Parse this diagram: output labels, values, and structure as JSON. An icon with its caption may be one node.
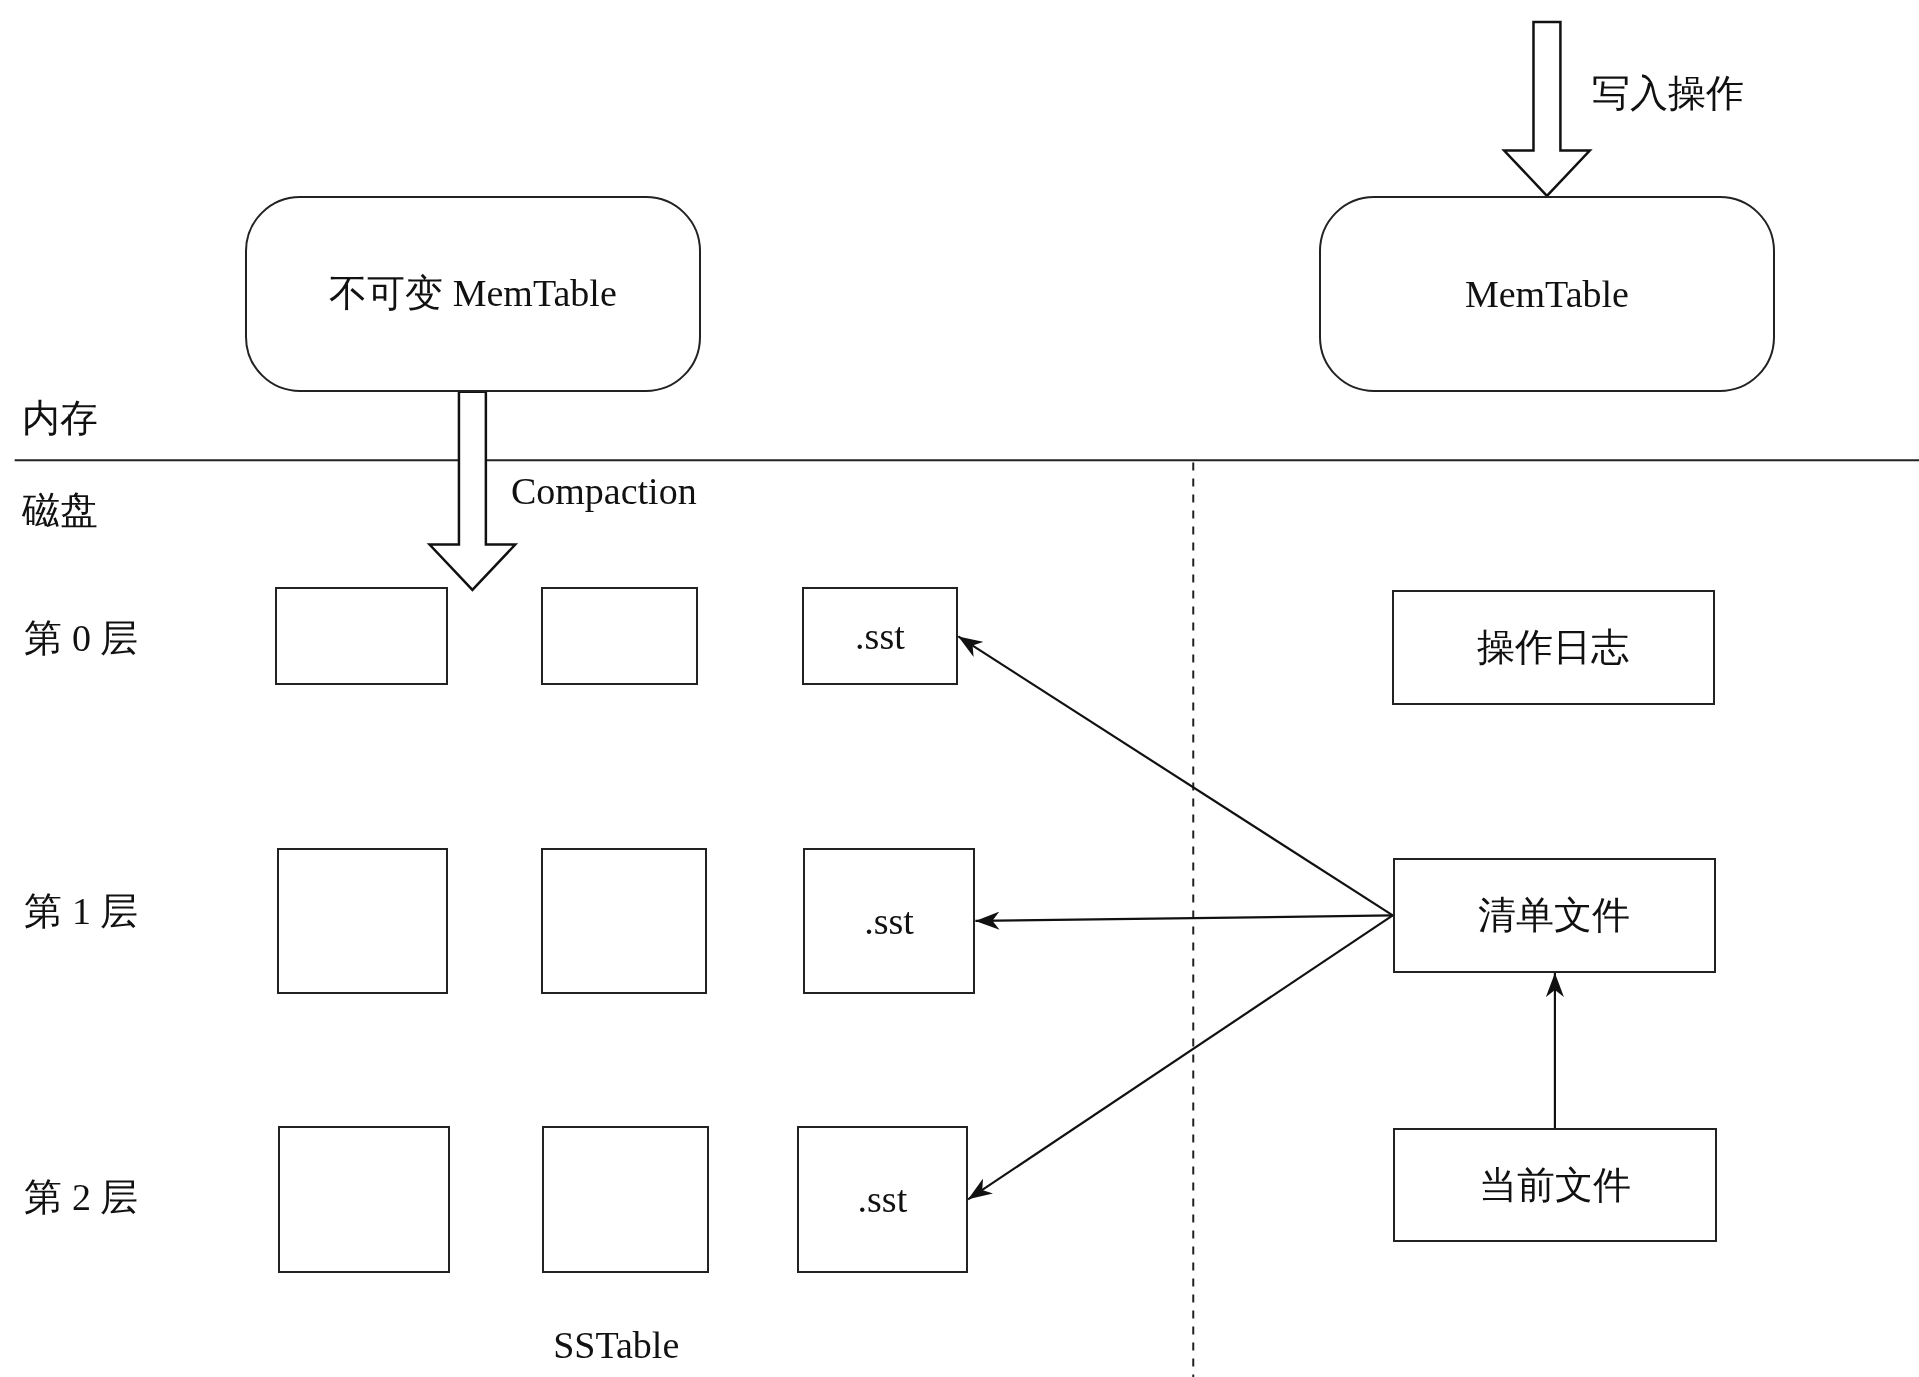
{
  "diagram": {
    "nodes": [
      {
        "text": [
          "不可变 MemTable"
        ]
      },
      {
        "text": [
          "MemTable"
        ]
      },
      {
        "text": [],
        "shape": "box"
      },
      {
        "text": [],
        "shape": "box"
      },
      {
        "text": [
          ".sst"
        ]
      },
      {
        "text": [
          "操作日志"
        ]
      },
      {
        "text": [],
        "shape": "box"
      },
      {
        "text": [],
        "shape": "box"
      },
      {
        "text": [
          ".sst"
        ]
      },
      {
        "text": [
          "清单文件"
        ]
      },
      {
        "text": [],
        "shape": "box"
      },
      {
        "text": [],
        "shape": "box"
      },
      {
        "text": [
          ".sst"
        ]
      },
      {
        "text": [
          "当前文件"
        ]
      }
    ],
    "edges": [
      {
        "from": null,
        "to": 1,
        "arrow": "to",
        "label": "写入操作",
        "style": "thick"
      },
      {
        "from": 0,
        "to": null,
        "arrow": "to",
        "label": "Compaction",
        "style": "thick"
      },
      {
        "from": 9,
        "to": 4,
        "arrow": "to"
      },
      {
        "from": 9,
        "to": 8,
        "arrow": "to"
      },
      {
        "from": 9,
        "to": 12,
        "arrow": "to"
      },
      {
        "from": 13,
        "to": 9,
        "arrow": "to"
      }
    ],
    "labels": [
      "内存",
      "磁盘",
      "第 0 层",
      "第 1 层",
      "第 2 层",
      "SSTable"
    ]
  }
}
